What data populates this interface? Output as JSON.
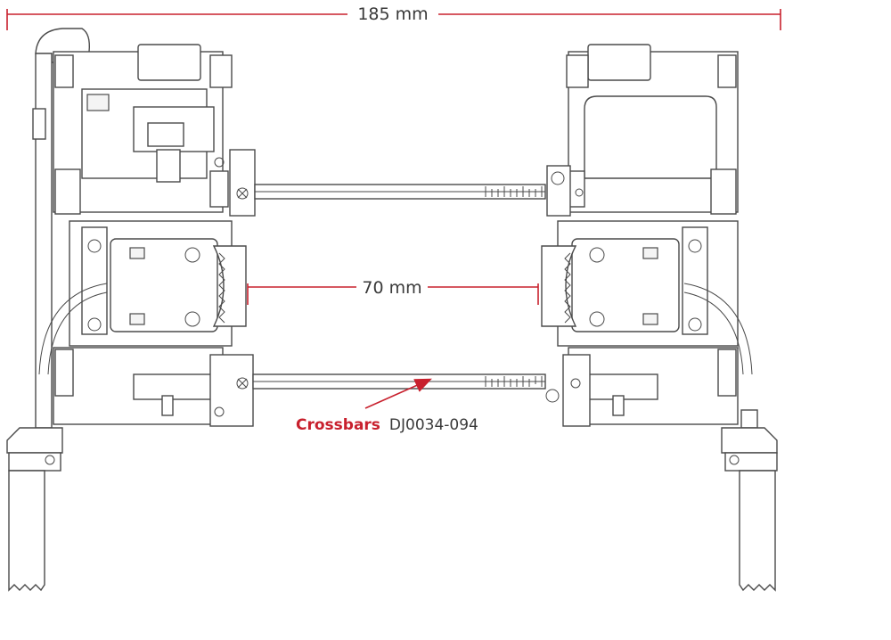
{
  "colors": {
    "accent": "#c8202d",
    "line": "#4a4a4a",
    "text": "#3a3a3a"
  },
  "dimensions": {
    "overall_width": "185 mm",
    "inner_spacing": "70 mm"
  },
  "callout": {
    "label_strong": "Crossbars",
    "part_number": "DJ0034-094"
  }
}
